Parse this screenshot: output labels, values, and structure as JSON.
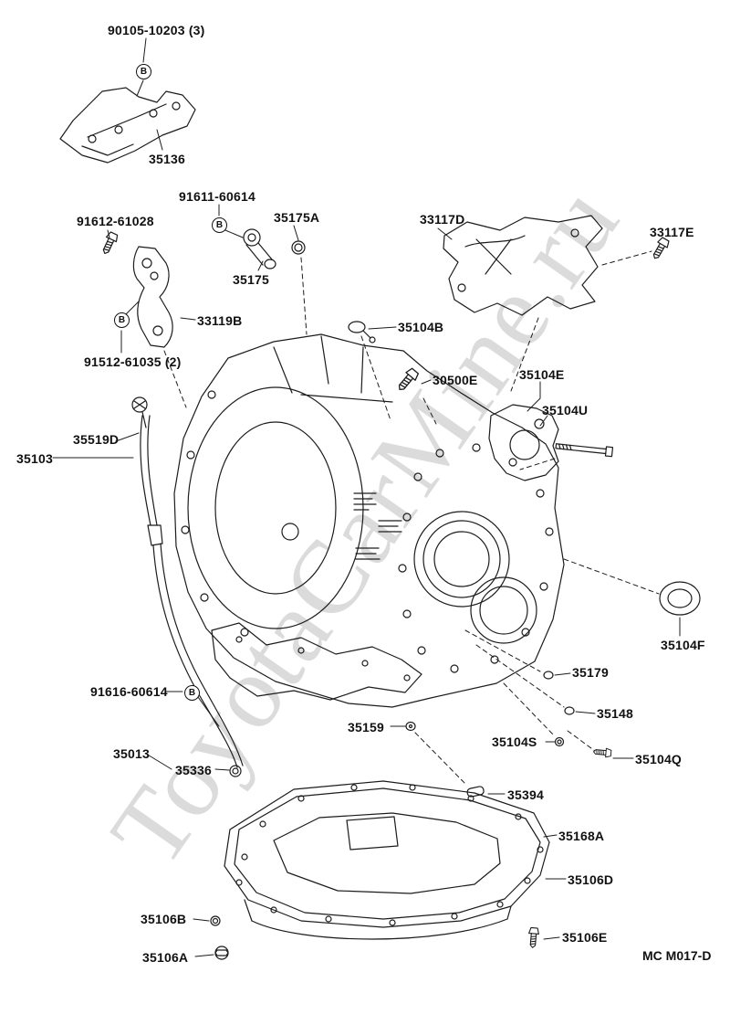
{
  "watermark": {
    "text": "ToyotaCarMine.ru"
  },
  "footer": {
    "code": "MC M017-D"
  },
  "symbols": {
    "circled_b": "B"
  },
  "diagram": {
    "title": "Transmission case and oil pan parts diagram",
    "labels": [
      {
        "id": "90105-10203",
        "text": "90105-10203 (3)"
      },
      {
        "id": "35136",
        "text": "35136"
      },
      {
        "id": "91611-60614",
        "text": "91611-60614"
      },
      {
        "id": "91612-61028",
        "text": "91612-61028"
      },
      {
        "id": "35175A",
        "text": "35175A"
      },
      {
        "id": "35175",
        "text": "35175"
      },
      {
        "id": "33117D",
        "text": "33117D"
      },
      {
        "id": "33117E",
        "text": "33117E"
      },
      {
        "id": "33119B",
        "text": "33119B"
      },
      {
        "id": "91512-61035",
        "text": "91512-61035 (2)"
      },
      {
        "id": "35104B",
        "text": "35104B"
      },
      {
        "id": "30500E",
        "text": "30500E"
      },
      {
        "id": "35104E",
        "text": "35104E"
      },
      {
        "id": "35104U",
        "text": "35104U"
      },
      {
        "id": "35519D",
        "text": "35519D"
      },
      {
        "id": "35103",
        "text": "35103"
      },
      {
        "id": "35104F",
        "text": "35104F"
      },
      {
        "id": "35179",
        "text": "35179"
      },
      {
        "id": "35148",
        "text": "35148"
      },
      {
        "id": "91616-60614",
        "text": "91616-60614"
      },
      {
        "id": "35159",
        "text": "35159"
      },
      {
        "id": "35104S",
        "text": "35104S"
      },
      {
        "id": "35104Q",
        "text": "35104Q"
      },
      {
        "id": "35013",
        "text": "35013"
      },
      {
        "id": "35336",
        "text": "35336"
      },
      {
        "id": "35394",
        "text": "35394"
      },
      {
        "id": "35168A",
        "text": "35168A"
      },
      {
        "id": "35106D",
        "text": "35106D"
      },
      {
        "id": "35106B",
        "text": "35106B"
      },
      {
        "id": "35106A",
        "text": "35106A"
      },
      {
        "id": "35106E",
        "text": "35106E"
      }
    ]
  }
}
